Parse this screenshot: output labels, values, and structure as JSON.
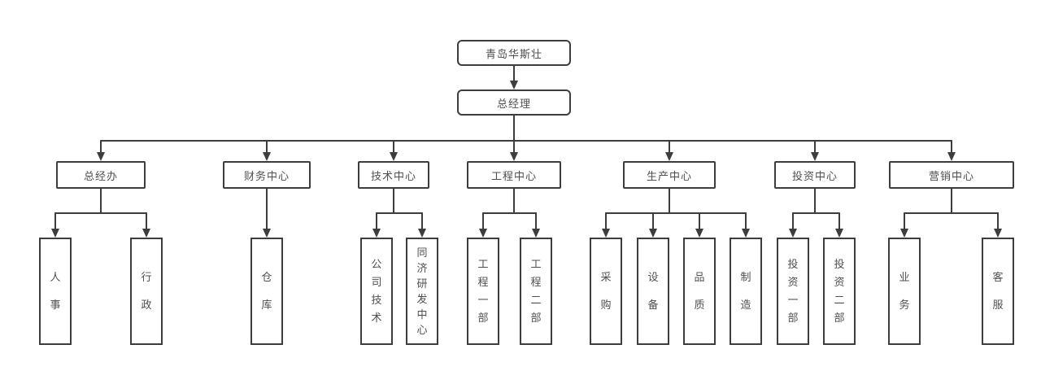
{
  "chart": {
    "root": {
      "label": "青岛华斯壮"
    },
    "gm": {
      "label": "总经理"
    },
    "departments": [
      {
        "label": "总经办",
        "children": [
          "人事",
          "行政"
        ]
      },
      {
        "label": "财务中心",
        "children": [
          "仓库"
        ]
      },
      {
        "label": "技术中心",
        "children": [
          "公司技术",
          "同济研发中心"
        ]
      },
      {
        "label": "工程中心",
        "children": [
          "工程一部",
          "工程二部"
        ]
      },
      {
        "label": "生产中心",
        "children": [
          "采购",
          "设备",
          "品质",
          "制造"
        ]
      },
      {
        "label": "投资中心",
        "children": [
          "投资一部",
          "投资二部"
        ]
      },
      {
        "label": "营销中心",
        "children": [
          "业务",
          "客服"
        ]
      }
    ],
    "colors": {
      "line": "#3d3d3d",
      "border": "#3d3d3d",
      "text": "#4f4f4f",
      "background": "#ffffff"
    }
  }
}
